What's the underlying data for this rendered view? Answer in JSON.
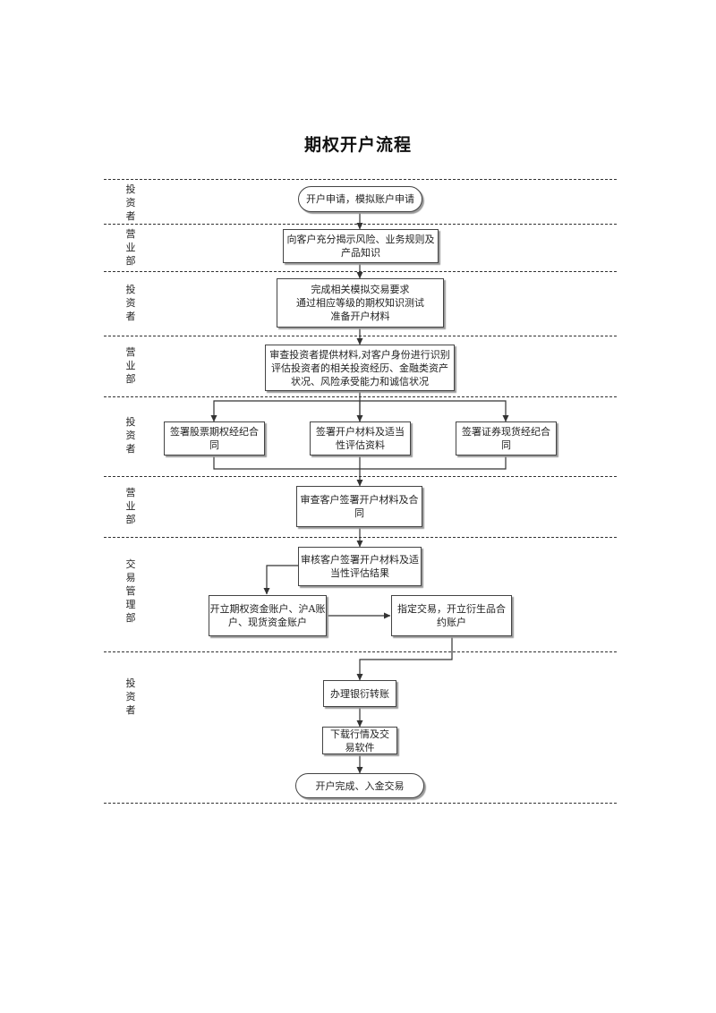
{
  "title": "期权开户流程",
  "lanes": [
    "投\n资\n者",
    "营\n业\n部",
    "投\n资\n者",
    "营\n业\n部",
    "投\n资\n者",
    "营\n业\n部",
    "交\n易\n管\n理\n部",
    "投\n资\n者"
  ],
  "nodes": {
    "apply": "开户申请，模拟账户申请",
    "risk_disclosure": "向客户充分揭示风险、业务规则及\n产品知识",
    "simulation": "完成相关模拟交易要求\n通过相应等级的期权知识测试\n准备开户材料",
    "review_materials": "审查投资者提供材料,对客户身份进行识别\n评估投资者的相关投资经历、金融类资产\n状况、风险承受能力和诚信状况",
    "sign_option_contract": "签署股票期权经纪合\n同",
    "sign_suitability": "签署开户材料及适当\n性评估资料",
    "sign_securities_contract": "签署证券现货经纪合\n同",
    "review_signed": "审查客户签署开户材料及合\n同",
    "audit_signed": "审核客户签署开户材料及适\n当性评估结果",
    "open_accounts": "开立期权资金账户、沪A账\n户、现货资金账户",
    "designate_trading": "指定交易，开立衍生品合\n约账户",
    "bank_transfer": "办理银衍转账",
    "download_software": "下载行情及交\n易软件",
    "complete": "开户完成、入金交易"
  }
}
